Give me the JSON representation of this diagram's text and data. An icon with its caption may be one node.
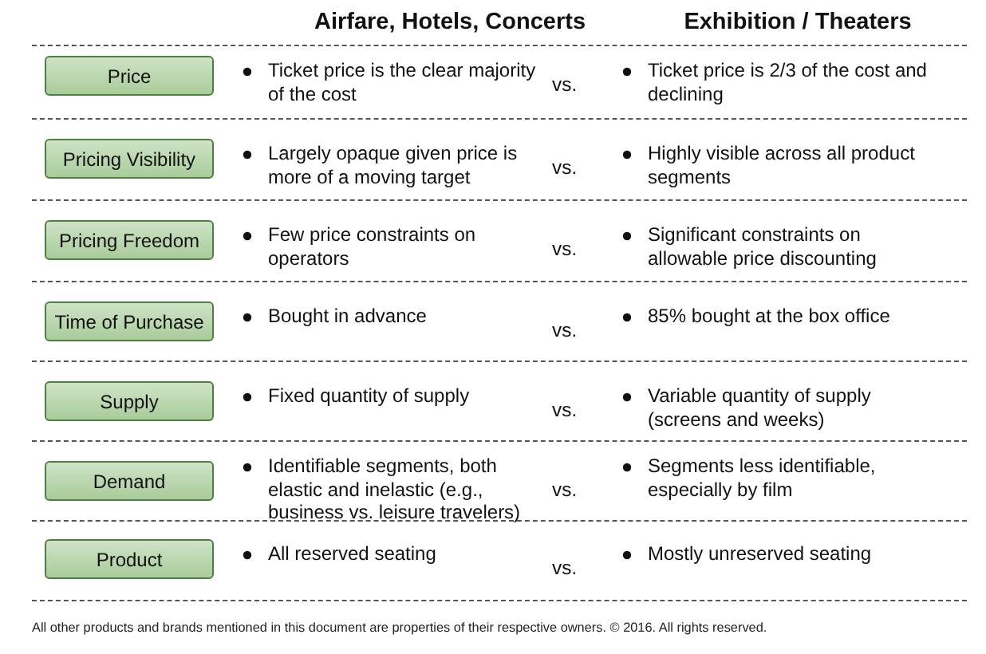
{
  "diagram": {
    "nodes": [
      {
        "text": [
          "Price"
        ]
      },
      {
        "text": [
          "Pricing Visibility"
        ]
      },
      {
        "text": [
          "Pricing Freedom"
        ]
      },
      {
        "text": [
          "Time of Purchase"
        ]
      },
      {
        "text": [
          "Supply"
        ]
      },
      {
        "text": [
          "Demand"
        ]
      },
      {
        "text": [
          "Product"
        ]
      }
    ],
    "labels": [
      "Airfare, Hotels, Concerts",
      "Exhibition / Theaters",
      "Ticket price is the clear majority of the cost",
      "vs.",
      "Ticket price is 2/3 of the cost and declining",
      "Largely opaque given price is more of a moving target",
      "vs.",
      "Highly visible across all product segments",
      "Few price constraints on operators",
      "vs.",
      "Significant constraints on allowable price discounting",
      "Bought in advance",
      "vs.",
      "85% bought at the box office",
      "Fixed quantity of supply",
      "vs.",
      "Variable quantity of supply (screens and weeks)",
      "Identifiable segments, both elastic and inelastic (e.g., business vs. leisure travelers)",
      "vs.",
      "Segments less identifiable, especially by film",
      "All reserved seating",
      "vs.",
      "Mostly unreserved seating",
      "All other products and brands mentioned in this document are properties of their respective owners. © 2016. All rights reserved."
    ]
  }
}
